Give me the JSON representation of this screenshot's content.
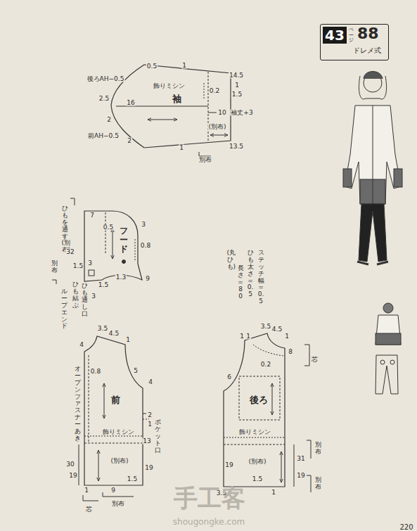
{
  "diagram": {
    "nodes": [
      {
        "text": [
          "43",
          "ページ",
          "88",
          "ドレメ式"
        ]
      },
      {
        "text": [
          "袖"
        ]
      },
      {
        "text": [
          "フード"
        ]
      },
      {
        "text": [
          "前"
        ]
      },
      {
        "text": [
          "後ろ"
        ]
      }
    ],
    "labels": [
      "0.5",
      "1",
      "後ろAH−0.5",
      "飾りミシン",
      "14.5",
      "1",
      "0.2",
      "1.5",
      "2.5",
      "16",
      "2",
      "10",
      "袖丈+3",
      "(別布)",
      "前AH−0.5",
      "2",
      "13.5",
      "1",
      "別布",
      "7",
      "0.5",
      "3",
      "ひもを通す(別布)",
      "32",
      "0.8",
      "1.5",
      "3",
      "1.3",
      "9",
      "1.5",
      "3",
      "別布",
      "ひも 結ぶ",
      "ひも通し口",
      "ループエンド",
      "ステッチ幅=0.5",
      "ひも 太さ=0.5",
      "長さ=80",
      "(丸ひも)",
      "3.5",
      "4.5",
      "1",
      "4",
      "0.8",
      "5",
      "4",
      "オープンファスナーあき",
      "飾りミシン",
      "2",
      "1",
      "ポケット口",
      "13",
      "30",
      "(別布)",
      "19",
      "19",
      "1.5",
      "9",
      "1",
      "別布",
      "芯",
      "1",
      "1",
      "3.5",
      "4.5",
      "1",
      "8",
      "芯",
      "6",
      "0.2",
      "飾りミシン",
      "31",
      "別布",
      "19",
      "(別布)",
      "19",
      "1.5",
      "3.5",
      "1",
      "別布",
      "手工客",
      "shougongke.com",
      "220"
    ]
  }
}
